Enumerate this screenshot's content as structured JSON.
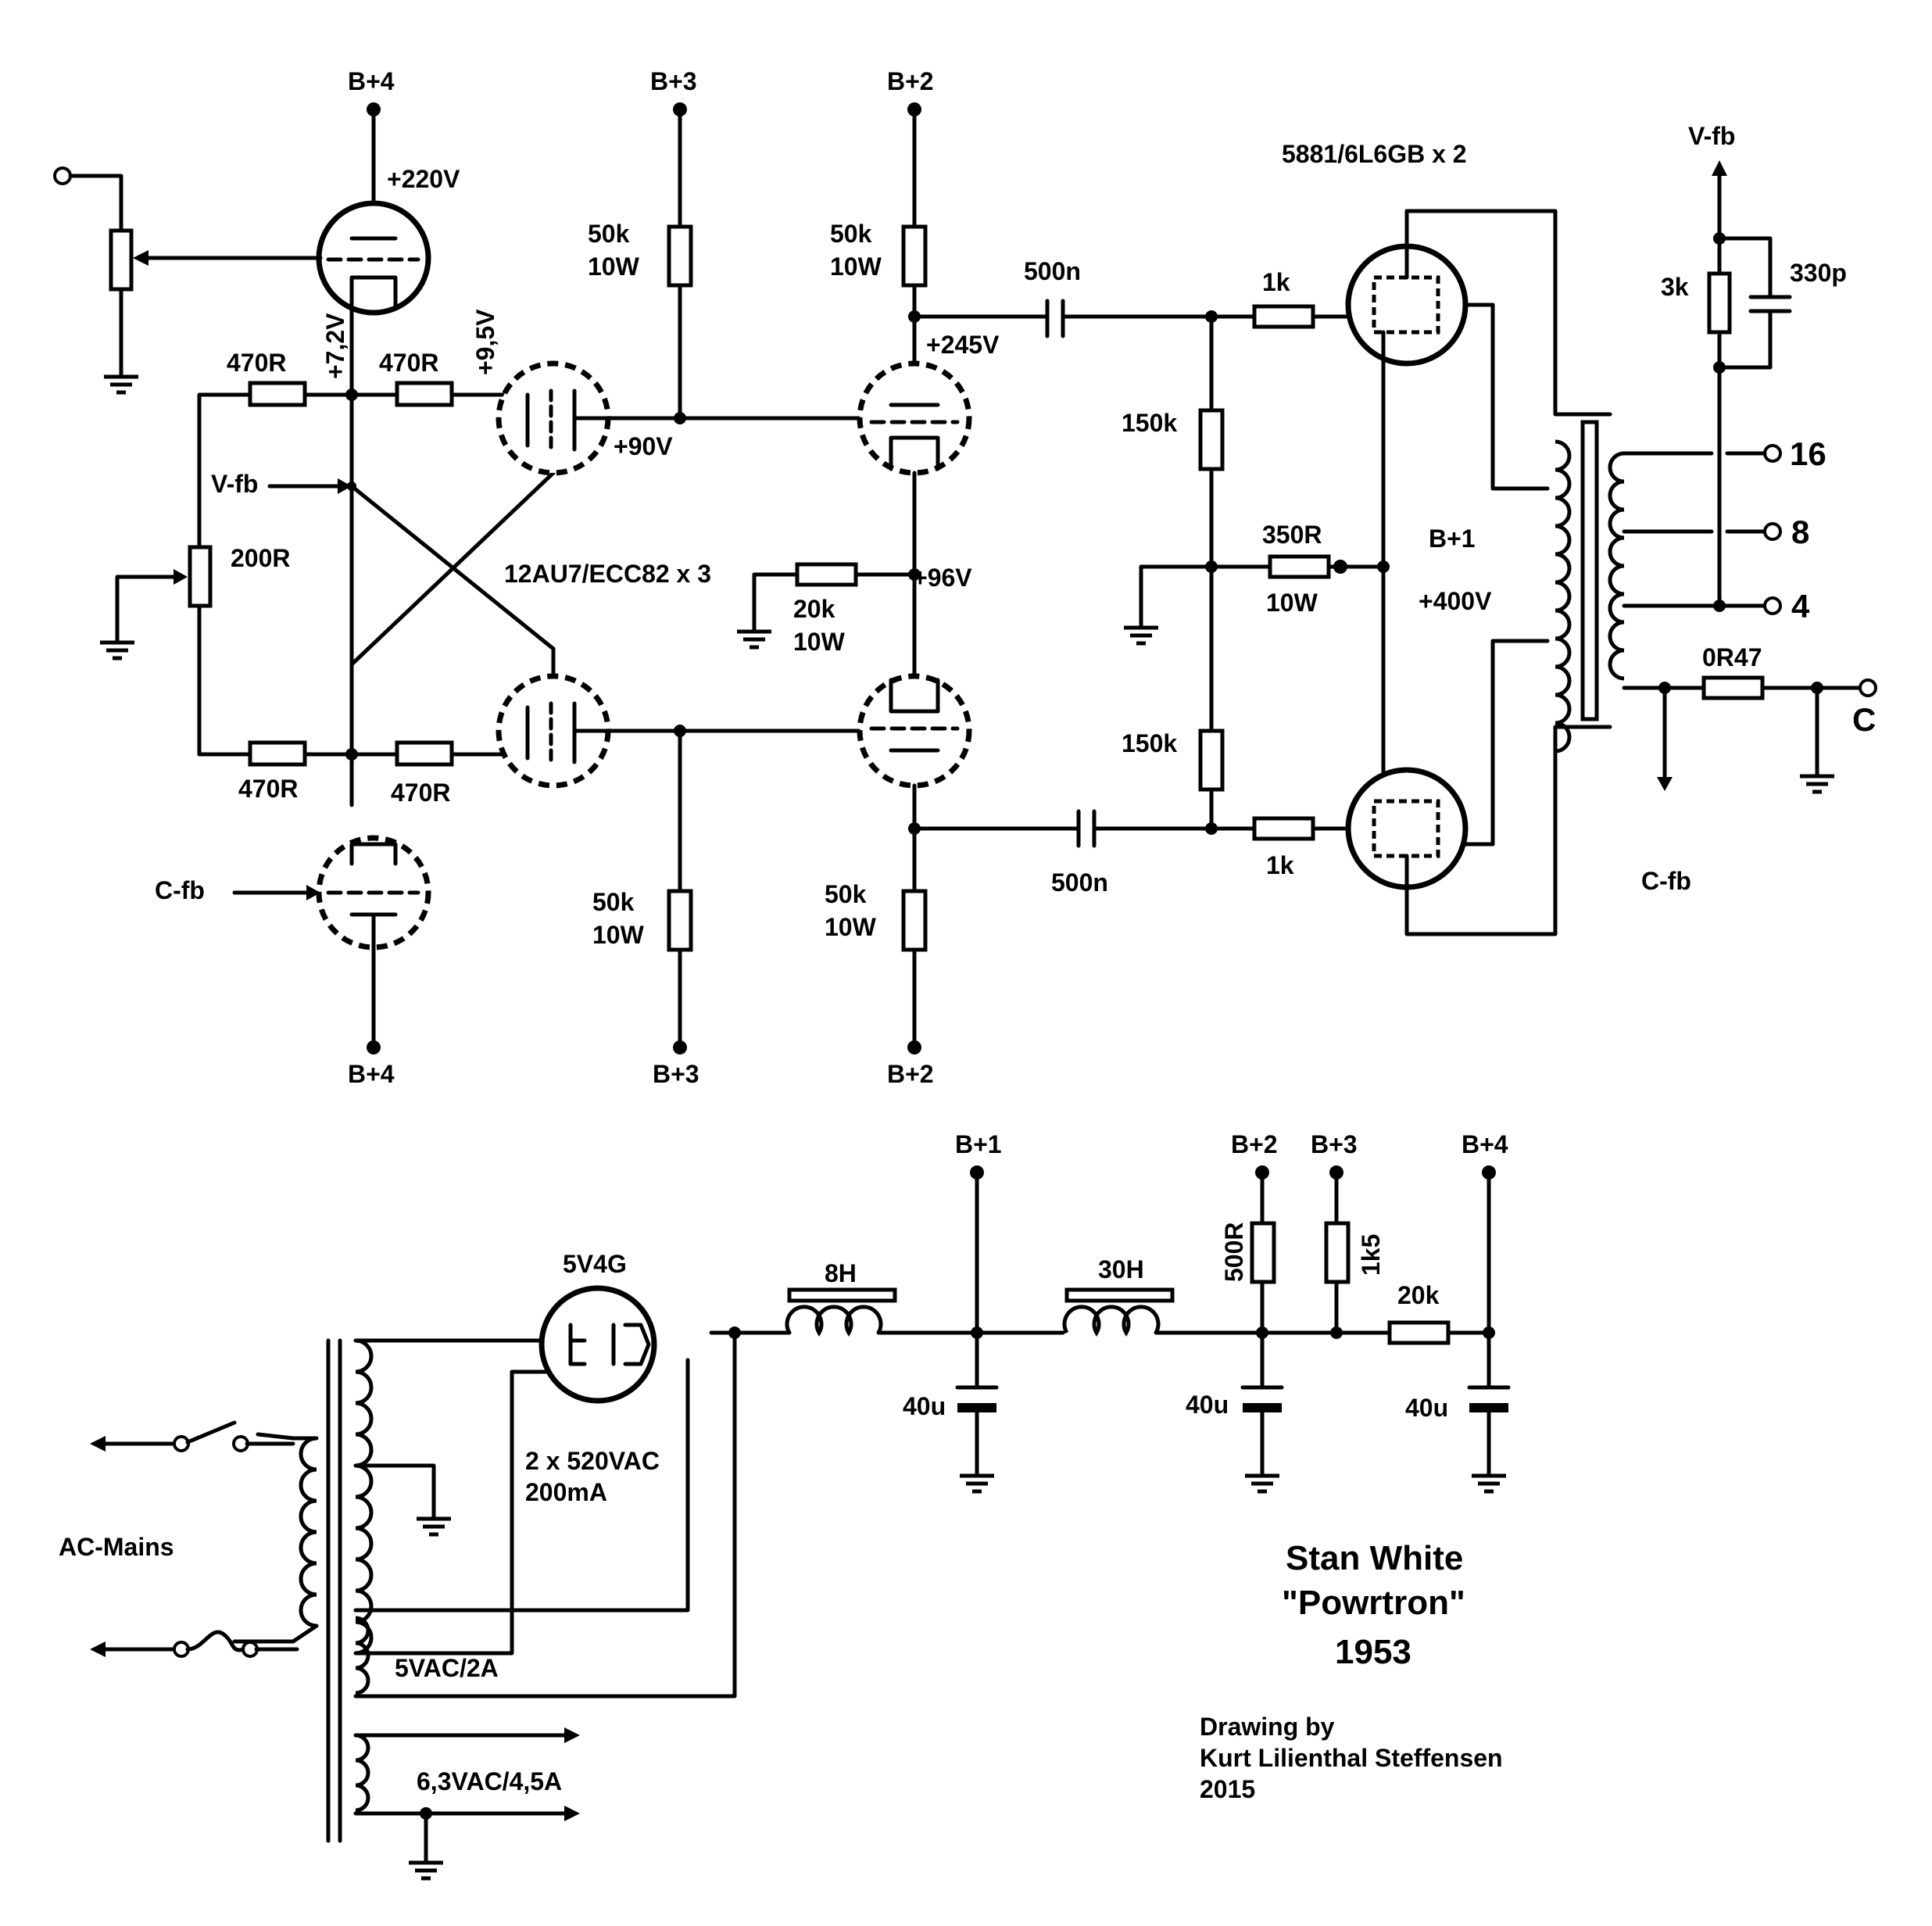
{
  "labels": {
    "b4_top": "B+4",
    "b3_top": "B+3",
    "b2_top": "B+2",
    "vfb_top": "V-fb",
    "plus220": "+220V",
    "r470_tl": "470R",
    "r470_tm": "470R",
    "plus7v2": "+7,2V",
    "plus9v5": "+9,5V",
    "vfb_left": "V-fb",
    "r200": "200R",
    "r470_bl": "470R",
    "r470_bm": "470R",
    "cfb_left": "C-fb",
    "b4_bot": "B+4",
    "r50k_a1": "50k",
    "r50k_a2": "10W",
    "plus90": "+90V",
    "tubes_pre": "12AU7/ECC82 x 3",
    "r20k_a": "20k",
    "r20k_b": "10W",
    "r50k_b1": "50k",
    "r50k_b2": "10W",
    "b3_bot": "B+3",
    "r50k_c1": "50k",
    "r50k_c2": "10W",
    "plus245": "+245V",
    "plus96": "+96V",
    "r50k_d1": "50k",
    "r50k_d2": "10W",
    "b2_bot": "B+2",
    "c500n_top": "500n",
    "c500n_bot": "500n",
    "r150k_top": "150k",
    "r150k_bot": "150k",
    "r350_a": "350R",
    "r350_b": "10W",
    "r1k_top": "1k",
    "r1k_bot": "1k",
    "tubes_pwr": "5881/6L6GB x 2",
    "b1": "B+1",
    "plus400": "+400V",
    "r3k": "3k",
    "c330p": "330p",
    "tap16": "16",
    "tap8": "8",
    "tap4": "4",
    "r0r47": "0R47",
    "out_c": "C",
    "cfb_right": "C-fb",
    "ps_b1": "B+1",
    "ps_b2": "B+2",
    "ps_b3": "B+3",
    "ps_b4": "B+4",
    "rect": "5V4G",
    "l8h": "8H",
    "l30h": "30H",
    "r500": "500R",
    "r1k5": "1k5",
    "r20k_ps": "20k",
    "c40u_1": "40u",
    "c40u_2": "40u",
    "c40u_3": "40u",
    "sec1": "2 x 520VAC",
    "sec1b": "200mA",
    "sec2": "5VAC/2A",
    "sec3": "6,3VAC/4,5A",
    "mains": "AC-Mains",
    "title1": "Stan White",
    "title2": "\"Powrtron\"",
    "title3": "1953",
    "credit1": "Drawing by",
    "credit2": "Kurt Lilienthal Steffensen",
    "credit3": "2015"
  }
}
